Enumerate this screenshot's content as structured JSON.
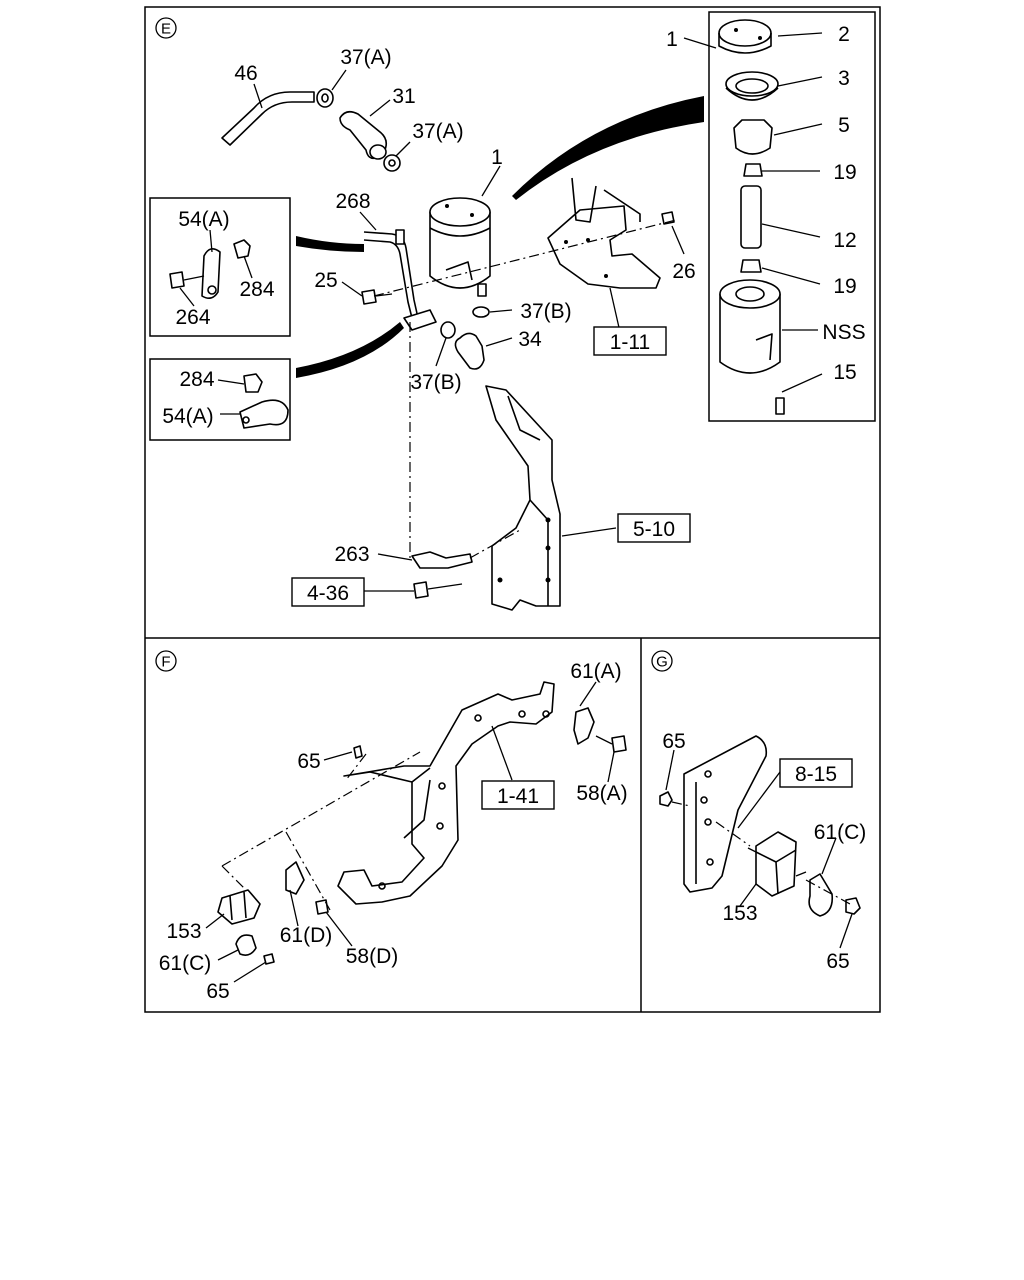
{
  "sections": {
    "e": {
      "letter": "E"
    },
    "f": {
      "letter": "F"
    },
    "g": {
      "letter": "G"
    }
  },
  "labels_e": {
    "l46": "46",
    "l37a1": "37(A)",
    "l31": "31",
    "l37a2": "37(A)",
    "l1tank": "1",
    "l1kit": "1",
    "l2": "2",
    "l3": "3",
    "l5": "5",
    "l19a": "19",
    "l12": "12",
    "l19b": "19",
    "lnss": "NSS",
    "l15": "15",
    "l268": "268",
    "l54a1": "54(A)",
    "l284a": "284",
    "l264": "264",
    "l25": "25",
    "l26": "26",
    "l37b1": "37(B)",
    "l34": "34",
    "l37b2": "37(B)",
    "l284b": "284",
    "l54a2": "54(A)",
    "l263": "263"
  },
  "refs_e": {
    "r1_11": "1-11",
    "r5_10": "5-10",
    "r4_36": "4-36"
  },
  "labels_f": {
    "l61a": "61(A)",
    "l65": "65",
    "l58a": "58(A)",
    "l153": "153",
    "l61d": "61(D)",
    "l61c": "61(C)",
    "l58d": "58(D)",
    "l65b": "65"
  },
  "refs_f": {
    "r1_41": "1-41"
  },
  "labels_g": {
    "l65a": "65",
    "l61c": "61(C)",
    "l153": "153",
    "l65b": "65"
  },
  "refs_g": {
    "r8_15": "8-15"
  }
}
